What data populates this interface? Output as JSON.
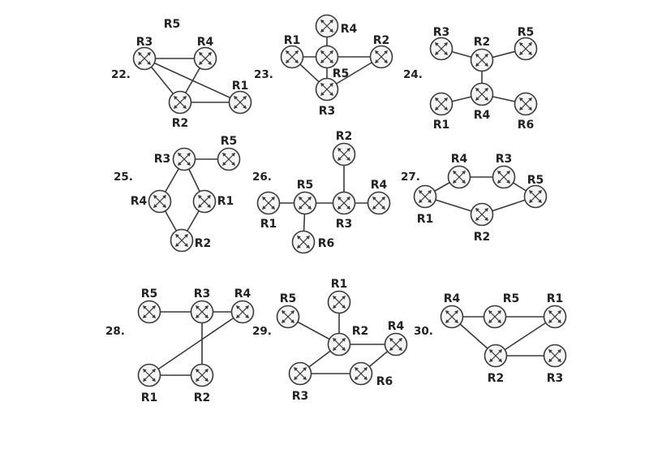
{
  "colors": {
    "stroke": "#3a3a3a",
    "router_fill": "#f4f4f4",
    "text": "#222222"
  },
  "router_icon": "router-icon",
  "diagrams": [
    {
      "number": "22.",
      "nodes": [
        {
          "id": "R3",
          "label": "R3"
        },
        {
          "id": "R4",
          "label": "R4"
        },
        {
          "id": "R2",
          "label": "R2"
        },
        {
          "id": "R1",
          "label": "R1"
        }
      ],
      "extra_labels": [
        "R5"
      ],
      "edges": [
        [
          "R3",
          "R4"
        ],
        [
          "R3",
          "R2"
        ],
        [
          "R3",
          "R1"
        ],
        [
          "R4",
          "R2"
        ],
        [
          "R2",
          "R1"
        ]
      ]
    },
    {
      "number": "23.",
      "nodes": [
        {
          "id": "R4",
          "label": "R4"
        },
        {
          "id": "R1",
          "label": "R1"
        },
        {
          "id": "R5",
          "label": "R5"
        },
        {
          "id": "R2",
          "label": "R2"
        },
        {
          "id": "R3",
          "label": "R3"
        }
      ],
      "edges": [
        [
          "R4",
          "R5"
        ],
        [
          "R1",
          "R5"
        ],
        [
          "R5",
          "R2"
        ],
        [
          "R1",
          "R3"
        ],
        [
          "R5",
          "R3"
        ],
        [
          "R2",
          "R3"
        ]
      ]
    },
    {
      "number": "24.",
      "nodes": [
        {
          "id": "R3",
          "label": "R3"
        },
        {
          "id": "R2",
          "label": "R2"
        },
        {
          "id": "R5",
          "label": "R5"
        },
        {
          "id": "R4",
          "label": "R4"
        },
        {
          "id": "R1",
          "label": "R1"
        },
        {
          "id": "R6",
          "label": "R6"
        }
      ],
      "edges": [
        [
          "R3",
          "R2"
        ],
        [
          "R2",
          "R5"
        ],
        [
          "R2",
          "R4"
        ],
        [
          "R4",
          "R1"
        ],
        [
          "R4",
          "R6"
        ]
      ]
    },
    {
      "number": "25.",
      "nodes": [
        {
          "id": "R3",
          "label": "R3"
        },
        {
          "id": "R5",
          "label": "R5"
        },
        {
          "id": "R4",
          "label": "R4"
        },
        {
          "id": "R1",
          "label": "R1"
        },
        {
          "id": "R2",
          "label": "R2"
        }
      ],
      "edges": [
        [
          "R3",
          "R5"
        ],
        [
          "R3",
          "R4"
        ],
        [
          "R3",
          "R1"
        ],
        [
          "R4",
          "R2"
        ],
        [
          "R1",
          "R2"
        ]
      ]
    },
    {
      "number": "26.",
      "nodes": [
        {
          "id": "R2",
          "label": "R2"
        },
        {
          "id": "R1",
          "label": "R1"
        },
        {
          "id": "R5",
          "label": "R5"
        },
        {
          "id": "R3",
          "label": "R3"
        },
        {
          "id": "R4",
          "label": "R4"
        },
        {
          "id": "R6",
          "label": "R6"
        }
      ],
      "edges": [
        [
          "R1",
          "R5"
        ],
        [
          "R5",
          "R3"
        ],
        [
          "R3",
          "R4"
        ],
        [
          "R2",
          "R3"
        ],
        [
          "R5",
          "R6"
        ]
      ]
    },
    {
      "number": "27.",
      "nodes": [
        {
          "id": "R4",
          "label": "R4"
        },
        {
          "id": "R3",
          "label": "R3"
        },
        {
          "id": "R5",
          "label": "R5"
        },
        {
          "id": "R1",
          "label": "R1"
        },
        {
          "id": "R2",
          "label": "R2"
        }
      ],
      "edges": [
        [
          "R1",
          "R4"
        ],
        [
          "R4",
          "R3"
        ],
        [
          "R3",
          "R5"
        ],
        [
          "R1",
          "R2"
        ],
        [
          "R2",
          "R5"
        ]
      ]
    },
    {
      "number": "28.",
      "nodes": [
        {
          "id": "R5",
          "label": "R5"
        },
        {
          "id": "R3",
          "label": "R3"
        },
        {
          "id": "R4",
          "label": "R4"
        },
        {
          "id": "R1",
          "label": "R1"
        },
        {
          "id": "R2",
          "label": "R2"
        }
      ],
      "edges": [
        [
          "R5",
          "R3"
        ],
        [
          "R3",
          "R4"
        ],
        [
          "R3",
          "R2"
        ],
        [
          "R4",
          "R1"
        ],
        [
          "R1",
          "R2"
        ]
      ]
    },
    {
      "number": "29.",
      "nodes": [
        {
          "id": "R1",
          "label": "R1"
        },
        {
          "id": "R5",
          "label": "R5"
        },
        {
          "id": "R2",
          "label": "R2"
        },
        {
          "id": "R4",
          "label": "R4"
        },
        {
          "id": "R3",
          "label": "R3"
        },
        {
          "id": "R6",
          "label": "R6"
        }
      ],
      "edges": [
        [
          "R5",
          "R2"
        ],
        [
          "R1",
          "R2"
        ],
        [
          "R2",
          "R4"
        ],
        [
          "R2",
          "R3"
        ],
        [
          "R4",
          "R6"
        ],
        [
          "R3",
          "R6"
        ]
      ]
    },
    {
      "number": "30.",
      "nodes": [
        {
          "id": "R4",
          "label": "R4"
        },
        {
          "id": "R5",
          "label": "R5"
        },
        {
          "id": "R1",
          "label": "R1"
        },
        {
          "id": "R2",
          "label": "R2"
        },
        {
          "id": "R3",
          "label": "R3"
        }
      ],
      "edges": [
        [
          "R4",
          "R5"
        ],
        [
          "R5",
          "R1"
        ],
        [
          "R4",
          "R2"
        ],
        [
          "R2",
          "R1"
        ],
        [
          "R2",
          "R3"
        ]
      ]
    }
  ]
}
